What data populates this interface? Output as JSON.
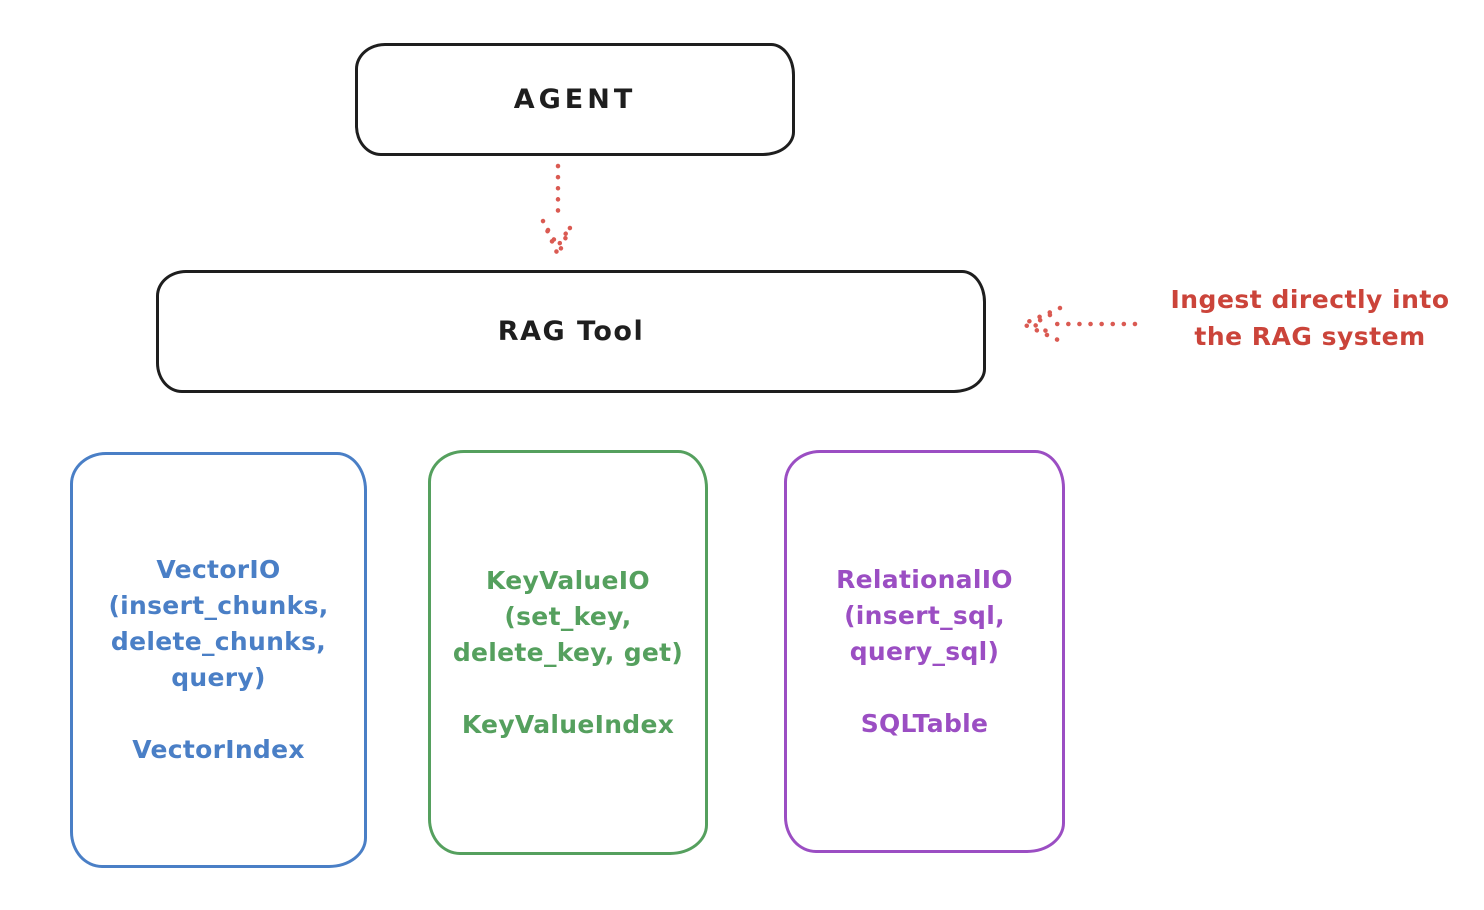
{
  "agent": {
    "label": "AGENT"
  },
  "rag_tool": {
    "label": "RAG Tool"
  },
  "annotation": {
    "line1": "Ingest directly into",
    "line2": "the RAG system"
  },
  "boxes": [
    {
      "name": "VectorIO",
      "color": "#4a7fc6",
      "lines": [
        "VectorIO",
        "(insert_chunks,",
        "delete_chunks,",
        "query)"
      ],
      "index_label": "VectorIndex"
    },
    {
      "name": "KeyValueIO",
      "color": "#55a05e",
      "lines": [
        "KeyValueIO",
        "(set_key,",
        "delete_key, get)"
      ],
      "index_label": "KeyValueIndex"
    },
    {
      "name": "RelationalIO",
      "color": "#9b4ec3",
      "lines": [
        "RelationalIO",
        "(insert_sql,",
        "query_sql)"
      ],
      "index_label": "SQLTable"
    }
  ],
  "colors": {
    "outline_black": "#1e1e1e",
    "annotation_red": "#cb443a",
    "arrow_red": "#da5a52",
    "vector_blue": "#4a7fc6",
    "keyvalue_green": "#55a05e",
    "relational_purple": "#9b4ec3",
    "background": "#ffffff"
  }
}
